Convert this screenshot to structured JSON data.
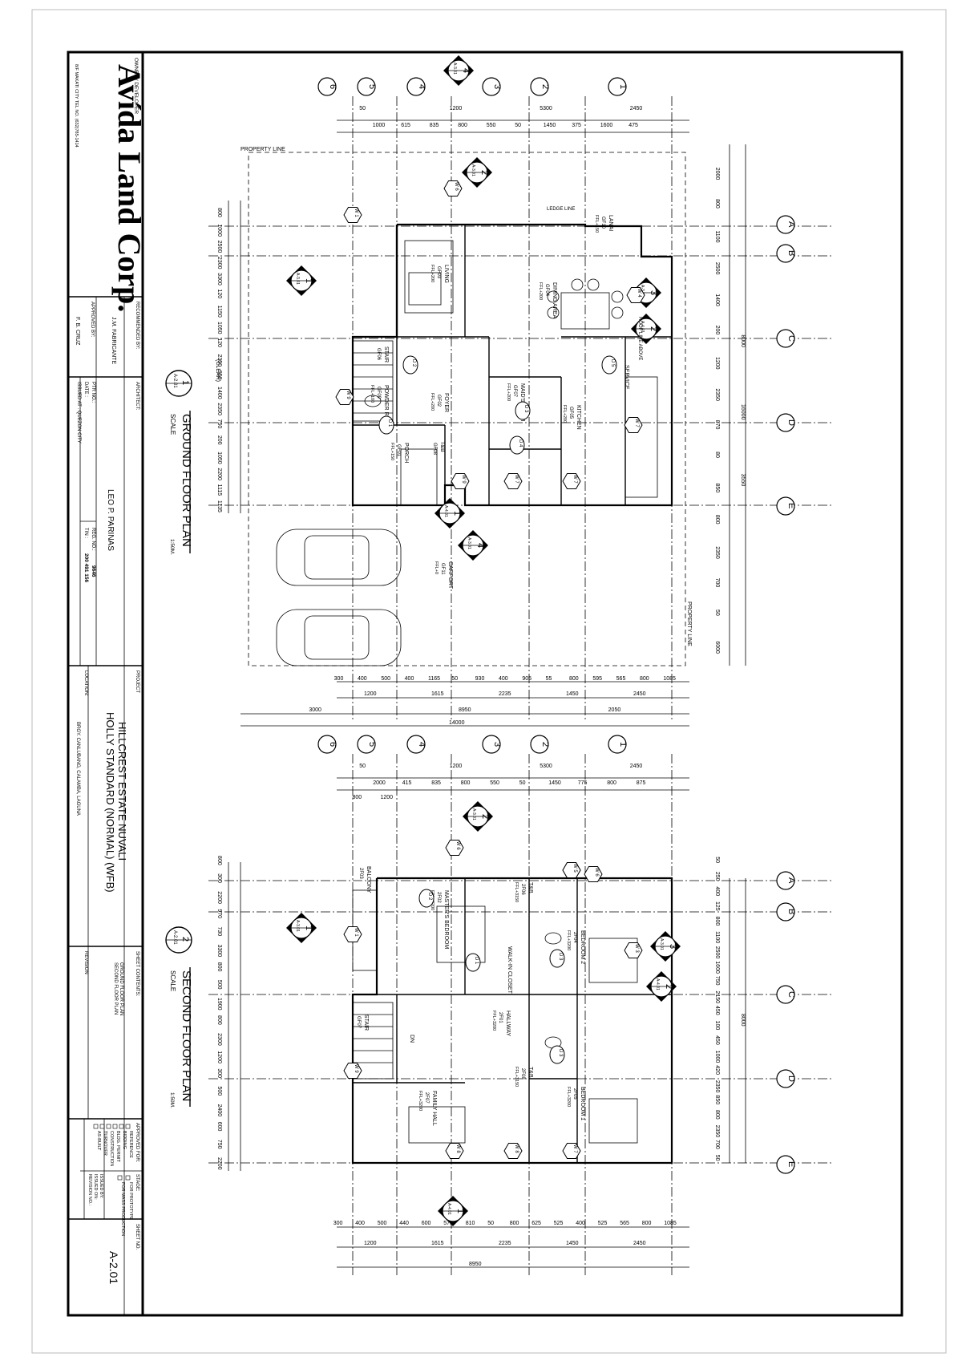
{
  "titleblock": {
    "owner_label": "OWNER / DEVELOPER",
    "company_name": "Avída Land Corp.",
    "company_address": "8/F MAKATI CITY TEL NO. (632)785-1414",
    "recommended_label": "RECOMMENDED BY:",
    "recommended_name": "J.M. FABRICANTE",
    "approved_label": "APPROVED BY:",
    "approved_name": "F. B. CRUZ",
    "architect_label": "ARCHITECT:",
    "architect_name": "LEO P. PARINAS",
    "ptr_label": "PTR NO.:",
    "date_label": "DATE :",
    "issued_label": "ISSUED AT : QUEZON CITY",
    "reg_label": "REG. NO.:",
    "reg_value": "9646",
    "tin_label": "TIN :",
    "tin_value": "200 491 156",
    "project_label": "PROJECT",
    "project_line1": "HILLCREST ESTATE NUVALI",
    "project_line2": "HOLLY STANDARD (NORMAL) (WFB)",
    "location_label": "LOCATION:",
    "location_value": "BRGY. CANLUBANG, CALAMBA, LAGUNA",
    "sheet_contents_label": "SHEET CONTENTS:",
    "sheet_contents_1": "GROUND FLOOR PLAN",
    "sheet_contents_2": "SECOND FLOOR PLAN",
    "revision_label": "REVISION",
    "approved_for_label": "APPROVED FOR:",
    "approved_for_items": [
      "REFERENCE",
      "BIDDING",
      "BLDG. PERMIT",
      "CONSTRUCTION",
      "TURNOVER",
      "AS-BUILT"
    ],
    "stage_label": "STAGE:",
    "stage_items": [
      "FOR PROTOTYPE",
      "FOR MASS PRODUCTION"
    ],
    "issued_by_label": "ISSUED BY:",
    "issued_on_label": "ISSUED ON:",
    "revision_no_label": "REVISION NO.:",
    "sheet_no_label": "SHEET NO.",
    "sheet_no_value": "A-2.01"
  },
  "plans": {
    "ground": {
      "title": "GROUND FLOOR PLAN",
      "number": "1",
      "ref": "A-2.01",
      "scale_label": "SCALE",
      "scale_value": "1:50M.",
      "rooms": [
        {
          "name": "LANAI",
          "code": "GF10",
          "elev": "FFL+150"
        },
        {
          "name": "LIVING",
          "code": "GF03",
          "elev": "FFL+200"
        },
        {
          "name": "DINING AREA",
          "code": "GF04",
          "elev": "FFL+200"
        },
        {
          "name": "STAIR",
          "code": "GF06",
          "elev": ""
        },
        {
          "name": "POWDER ROOM",
          "code": "GF09",
          "elev": "FFL+100"
        },
        {
          "name": "MAID'S ROOM",
          "code": "GF07",
          "elev": "FFL+200"
        },
        {
          "name": "KITCHEN",
          "code": "GF05",
          "elev": "FFL+200"
        },
        {
          "name": "SERVICE",
          "code": "",
          "elev": ""
        },
        {
          "name": "FOYER",
          "code": "GF02",
          "elev": "FFL+200"
        },
        {
          "name": "PORCH",
          "code": "GF01",
          "elev": "FFL+150"
        },
        {
          "name": "T&B",
          "code": "GF08",
          "elev": ""
        },
        {
          "name": "CARPORT",
          "code": "GF11",
          "elev": "FFL+0"
        }
      ],
      "property_line": "PROPERTY LINE",
      "ledge_line": "LEDGE LINE",
      "roof_line": "ROOF LINE ABOVE",
      "clear_label": "(CLEAR)",
      "top_dims_1": [
        "50",
        "1200",
        "5300",
        "2450"
      ],
      "top_dims_2": [
        "1000",
        "615",
        "835",
        "800",
        "550",
        "50",
        "1450",
        "375",
        "1600",
        "475"
      ],
      "bottom_dims_1": [
        "300",
        "400",
        "500",
        "400",
        "1165",
        "50",
        "930",
        "400",
        "905",
        "55",
        "800",
        "595",
        "565",
        "800",
        "1085"
      ],
      "bottom_dims_2": [
        "1200",
        "1615",
        "2235",
        "1450",
        "2450"
      ],
      "bottom_dims_3": [
        "3000",
        "8950",
        "2050"
      ],
      "bottom_total": "14000",
      "right_dims": [
        "2000",
        "800",
        "1100",
        "2500",
        "1400",
        "200",
        "1200",
        "2350",
        "870",
        "80",
        "850",
        "800",
        "2350",
        "700",
        "50",
        "6000"
      ],
      "right_totals": [
        "8000",
        "16000",
        "3550"
      ],
      "left_dims": [
        "800",
        "1000",
        "2500",
        "2300",
        "3300",
        "120",
        "1150",
        "1050",
        "120",
        "2350",
        "950",
        "1400",
        "2350",
        "750",
        "200",
        "1050",
        "2200",
        "1115",
        "1135"
      ]
    },
    "second": {
      "title": "SECOND FLOOR PLAN",
      "number": "2",
      "ref": "A-2.01",
      "scale_label": "SCALE",
      "scale_value": "1:50M.",
      "rooms": [
        {
          "name": "BALCONY",
          "code": "2F03",
          "elev": ""
        },
        {
          "name": "MASTER'S BEDROOM",
          "code": "2F02",
          "elev": "FFL+3200"
        },
        {
          "name": "WALK-IN CLOSET",
          "code": "",
          "elev": ""
        },
        {
          "name": "T&B",
          "code": "2F06",
          "elev": "FFL+3150"
        },
        {
          "name": "BEDROOM 2",
          "code": "2F04",
          "elev": "FFL+3200"
        },
        {
          "name": "STAIR",
          "code": "GF07",
          "elev": ""
        },
        {
          "name": "HALLWAY",
          "code": "2F01",
          "elev": "FFL+3200"
        },
        {
          "name": "FAMILY HALL",
          "code": "2F07",
          "elev": "FFL+3200"
        },
        {
          "name": "T&B",
          "code": "2F08",
          "elev": "FFL+3150"
        },
        {
          "name": "BEDROOM 1",
          "code": "2F05",
          "elev": "FFL+3200"
        }
      ],
      "dn_label": "DN",
      "top_dims_1": [
        "50",
        "1200",
        "5300",
        "2450"
      ],
      "top_dims_2": [
        "2000",
        "415",
        "835",
        "800",
        "550",
        "50",
        "1450",
        "775",
        "800",
        "875"
      ],
      "top_dims_3": [
        "800",
        "1200"
      ],
      "bottom_dims_1": [
        "300",
        "400",
        "500",
        "440",
        "600",
        "575",
        "810",
        "50",
        "800",
        "625",
        "525",
        "400",
        "525",
        "565",
        "800",
        "1085"
      ],
      "bottom_dims_2": [
        "1200",
        "1615",
        "2235",
        "1450",
        "2450"
      ],
      "bottom_total": "8950",
      "right_dims": [
        "50",
        "250",
        "400",
        "125",
        "800",
        "1100",
        "2500",
        "1600",
        "750",
        "2150",
        "450",
        "100",
        "450",
        "1000",
        "420",
        "2350",
        "850",
        "800",
        "2350",
        "700",
        "50"
      ],
      "right_totals": [
        "8000"
      ],
      "left_dims": [
        "800",
        "300",
        "2200",
        "970",
        "730",
        "3300",
        "800",
        "500",
        "1900",
        "800",
        "2300",
        "1200",
        "300",
        "500",
        "2400",
        "600",
        "750",
        "2200"
      ]
    },
    "grid_numbers": [
      "6",
      "5",
      "4",
      "3",
      "2",
      "1"
    ],
    "grid_letters": [
      "A",
      "B",
      "C",
      "D",
      "E"
    ],
    "section_refs": [
      {
        "num": "4",
        "ref": "A-3.01"
      },
      {
        "num": "2",
        "ref": "A-3.01"
      },
      {
        "num": "1",
        "ref": "A-3.01"
      },
      {
        "num": "3",
        "ref": "A-3.01"
      },
      {
        "num": "2",
        "ref": "A-4.01"
      },
      {
        "num": "1",
        "ref": "A-4.01"
      }
    ],
    "window_tags": [
      "W 1",
      "W 2",
      "W 3",
      "W 4",
      "W 5",
      "W 6",
      "W 7",
      "W 8",
      "W 9"
    ],
    "door_tags": [
      "D 1",
      "D 2",
      "D 3",
      "D 4",
      "D 5"
    ]
  }
}
